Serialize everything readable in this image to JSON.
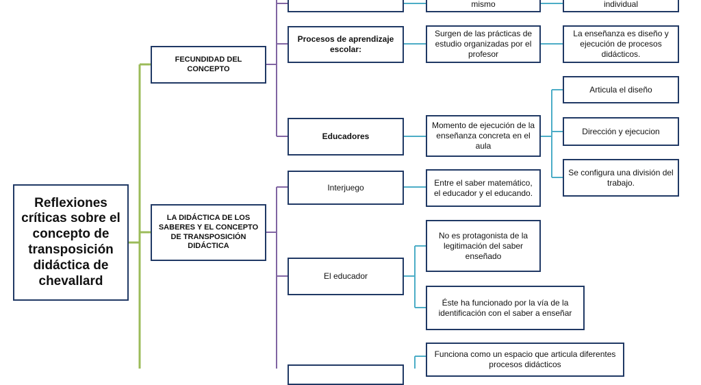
{
  "root": {
    "label": "Reflexiones críticas sobre el concepto de transposición didáctica de chevallard"
  },
  "branches": {
    "fecundidad": {
      "label": "FECUNDIDAD DEL CONCEPTO",
      "top_row": {
        "box1": "",
        "box2": "mismo",
        "box3": "individual"
      },
      "procesos": {
        "label": "Procesos de aprendizaje escolar:",
        "detail": "Surgen de las prácticas de estudio organizadas por el profesor",
        "sub": "La enseñanza es diseño y ejecución de procesos didácticos."
      },
      "educadores": {
        "label": "Educadores",
        "detail": "Momento de ejecución de la enseñanza concreta en el aula",
        "subs": [
          "Articula el diseño",
          "Dirección y ejecucion",
          "Se configura una división del trabajo."
        ]
      }
    },
    "didactica": {
      "label": "LA DIDÁCTICA DE LOS SABERES Y EL CONCEPTO DE TRANSPOSICIÓN DIDÁCTICA",
      "interjuego": {
        "label": "Interjuego",
        "detail": "Entre el saber matemático, el educador y el educando."
      },
      "educador": {
        "label": "El educador",
        "details": [
          "No es protagonista de la legitimación del saber enseñado",
          "Éste ha funcionado por la vía de la identificación con el saber a enseñar"
        ]
      },
      "bottom": {
        "detail": "Funciona como un espacio que articula diferentes procesos didácticos"
      }
    }
  },
  "colors": {
    "box_border": "#1f3864",
    "root_connector": "#9bbb59",
    "level1_connector": "#8064a2",
    "level2_connector": "#4bacc6"
  }
}
